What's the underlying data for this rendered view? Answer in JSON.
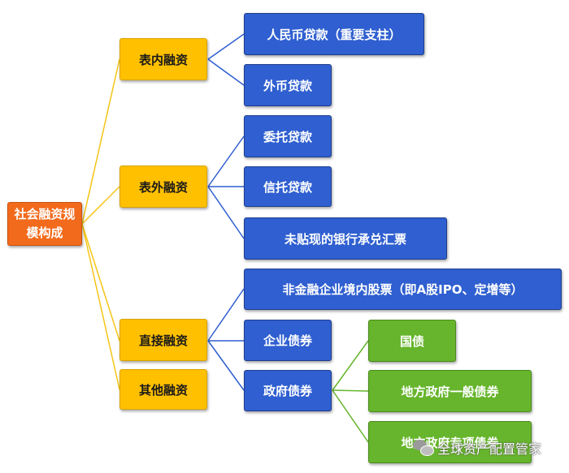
{
  "root": {
    "line1": "社会融资规",
    "line2": "模构成"
  },
  "level1": [
    {
      "label": "表内融资"
    },
    {
      "label": "表外融资"
    },
    {
      "label": "直接融资"
    },
    {
      "label": "其他融资"
    }
  ],
  "level2": [
    {
      "label": "人民币贷款（重要支柱）"
    },
    {
      "label": "外币贷款"
    },
    {
      "label": "委托贷款"
    },
    {
      "label": "信托贷款"
    },
    {
      "label": "未贴现的银行承兑汇票"
    },
    {
      "label": "非金融企业境内股票（即A股IPO、定增等）"
    },
    {
      "label": "企业债券"
    },
    {
      "label": "政府债券"
    }
  ],
  "level3": [
    {
      "label": "国债"
    },
    {
      "label": "地方政府一般债券"
    },
    {
      "label": "地方政府专项债券"
    }
  ],
  "watermark": {
    "text": "全球资产配置管家"
  },
  "colors": {
    "root": "#f26a1b",
    "level1": "#ffc000",
    "level2": "#2f5fd0",
    "level3": "#66b52c",
    "connector_yellow": "#f5c518",
    "connector_blue": "#2f5fd0",
    "connector_green": "#66b52c"
  }
}
